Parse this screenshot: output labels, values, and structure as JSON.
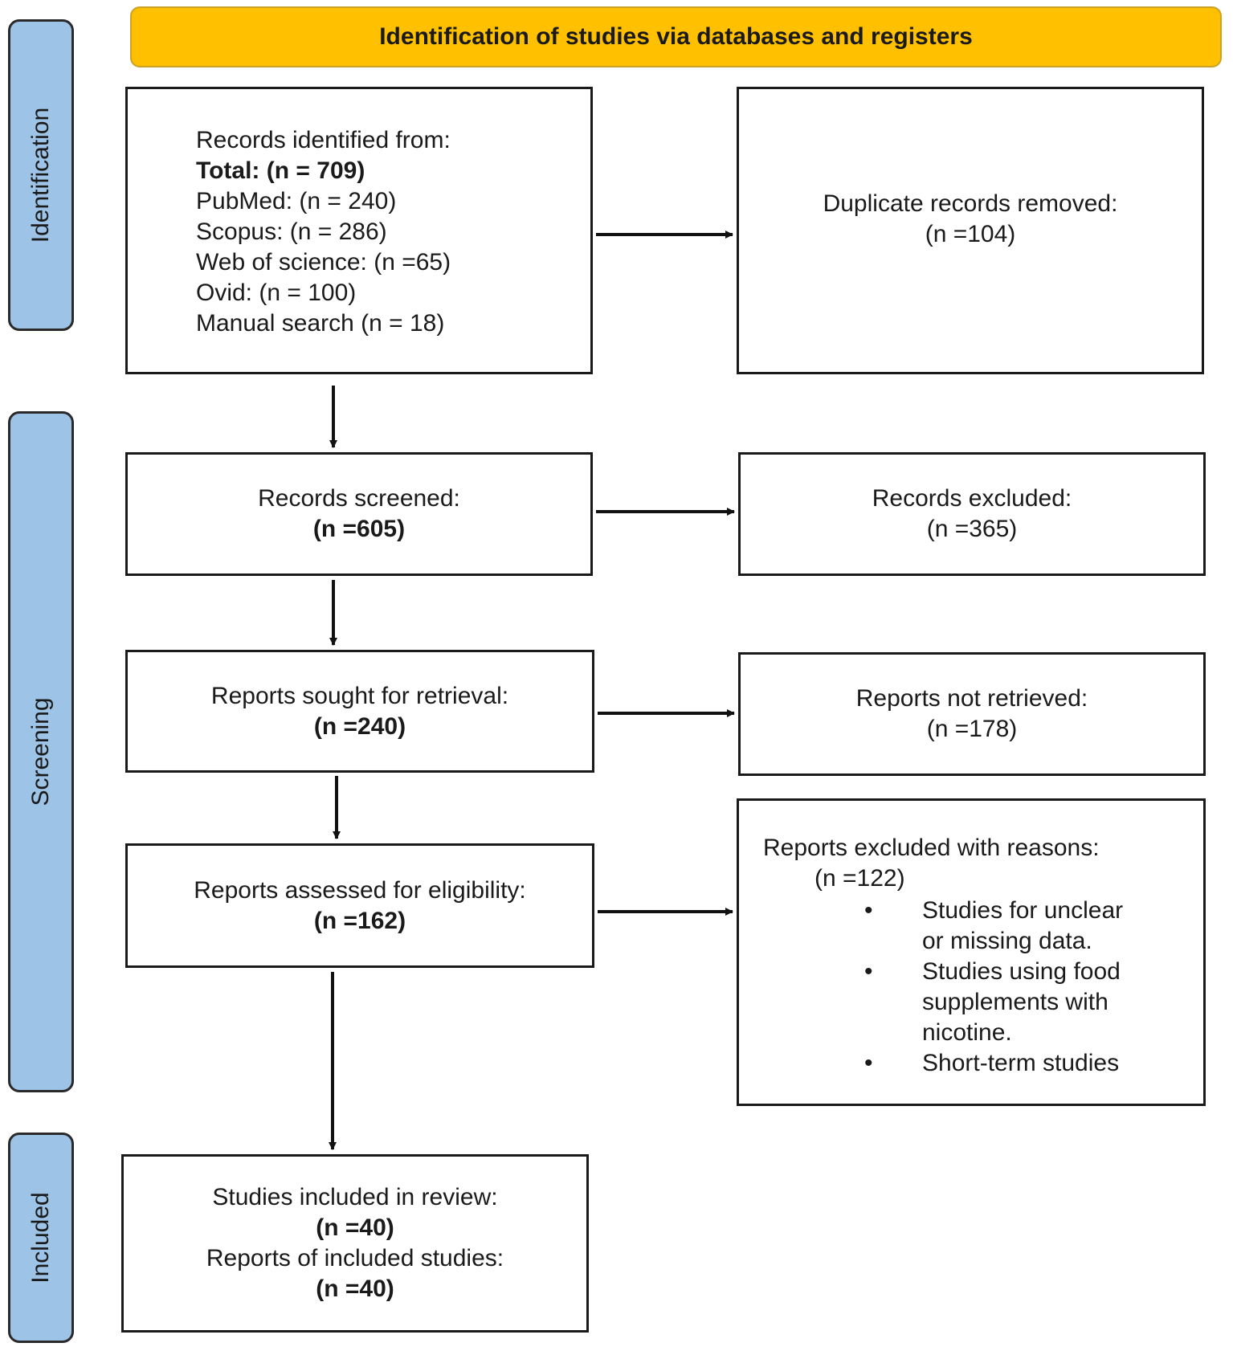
{
  "header": {
    "title": "Identification of studies via databases and registers"
  },
  "phases": {
    "identification": "Identification",
    "screening": "Screening",
    "included": "Included"
  },
  "records_identified": {
    "heading": "Records identified from:",
    "total": "Total: (n = 709)",
    "pubmed": "PubMed: (n = 240)",
    "scopus": "Scopus: (n = 286)",
    "web_of_science": "Web of science: (n =65)",
    "ovid": "Ovid: (n = 100)",
    "manual": "Manual search (n = 18)"
  },
  "duplicates": {
    "label": "Duplicate records removed:",
    "value": "(n =104)"
  },
  "screened": {
    "label": "Records screened:",
    "value": "(n =605)"
  },
  "excluded": {
    "label": "Records excluded:",
    "value": "(n =365)"
  },
  "sought": {
    "label": "Reports sought for retrieval:",
    "value": "(n =240)"
  },
  "not_retrieved": {
    "label": "Reports not retrieved:",
    "value": "(n =178)"
  },
  "assessed": {
    "label": "Reports assessed for eligibility:",
    "value": "(n =162)"
  },
  "excluded_reasons": {
    "label": "Reports excluded with reasons:",
    "value": "(n =122)",
    "reasons": [
      "Studies for unclear",
      "or missing data.",
      "Studies using food",
      "supplements with",
      "nicotine.",
      "Short-term studies"
    ]
  },
  "included": {
    "studies_label": "Studies included in review:",
    "studies_value": "(n =40)",
    "reports_label": "Reports of included studies:",
    "reports_value": "(n =40)"
  }
}
